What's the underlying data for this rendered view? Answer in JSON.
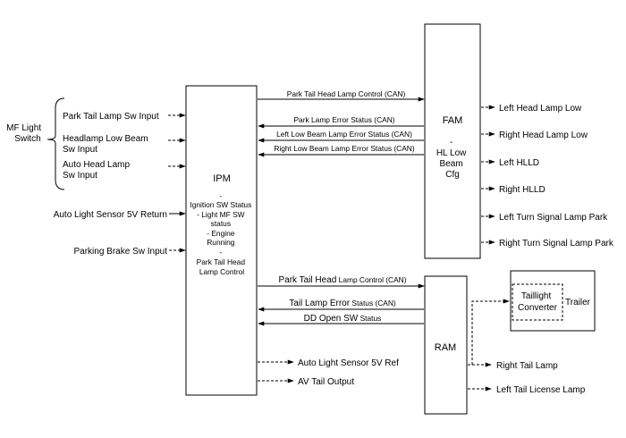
{
  "switch_group": {
    "label": [
      "MF Light",
      "Switch"
    ],
    "inputs": [
      [
        "Park Tail Lamp Sw Input"
      ],
      [
        "Headlamp Low Beam",
        "Sw Input"
      ],
      [
        "Auto Head Lamp",
        "Sw Input"
      ]
    ]
  },
  "ipm": {
    "title": "IPM",
    "notes": [
      "-",
      "Ignition SW Status",
      "- Light MF SW",
      "status",
      "- Engine",
      "Running",
      "-",
      "Park Tail Head",
      "Lamp Control"
    ],
    "inputs": [
      "Auto Light Sensor 5V Return",
      "Parking Brake Sw Input"
    ],
    "outputs": [
      "Auto Light Sensor 5V Ref",
      "AV Tail Output"
    ]
  },
  "fam": {
    "title": "FAM",
    "notes": [
      "-",
      "HL Low",
      "Beam",
      "Cfg"
    ],
    "signals": [
      "Park Tail Head Lamp Control (CAN)",
      "Park Lamp Error Status (CAN)",
      "Left Low Beam Lamp Error Status (CAN)",
      "Right Low Beam Lamp Error Status (CAN)"
    ],
    "outputs": [
      "Left Head Lamp Low",
      "Right Head Lamp Low",
      "Left HLLD",
      "Right HLLD",
      "Left Turn Signal Lamp Park",
      "Right Turn Signal Lamp Park"
    ]
  },
  "ram": {
    "title": "RAM",
    "signals": [
      [
        "Park Tail Head",
        " Lamp Control (CAN)"
      ],
      [
        "Tail Lamp Error",
        " Status (CAN)"
      ],
      [
        "DD Open SW",
        " Status"
      ]
    ],
    "outputs": [
      "Right Tail Lamp",
      "Left Tail License Lamp"
    ]
  },
  "trailer": {
    "title": "Trailer",
    "converter": [
      "Taillight",
      "Converter"
    ]
  }
}
